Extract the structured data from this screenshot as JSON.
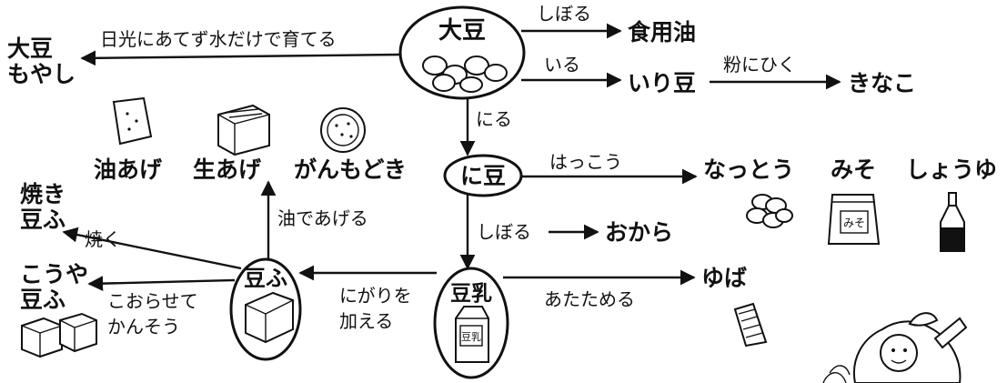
{
  "nodes": {
    "daizu": "大豆",
    "moyashi_1": "大豆",
    "moyashi_2": "もやし",
    "shokuyouyu": "食用油",
    "irimame": "いり豆",
    "kinako": "きなこ",
    "nimame": "に豆",
    "abura_age": "油あげ",
    "nama_age": "生あげ",
    "ganmodoki": "がんもどき",
    "natto": "なっとう",
    "miso": "みそ",
    "shoyu": "しょうゆ",
    "yakidofu_1": "焼き",
    "yakidofu_2": "豆ふ",
    "okara": "おから",
    "koyadofu_1": "こうや",
    "koyadofu_2": "豆ふ",
    "tofu": "豆ふ",
    "tonyu": "豆乳",
    "yuba": "ゆば"
  },
  "edges": {
    "sun_no_water": "日光にあてず水だけで育てる",
    "squeeze_oil": "しぼる",
    "roast": "いる",
    "grind": "粉にひく",
    "boil": "にる",
    "ferment": "はっこう",
    "squeeze_okara": "しぼる",
    "fry_in_oil": "油であげる",
    "grill": "焼く",
    "nigari_1": "にがりを",
    "nigari_2": "加える",
    "warm": "あたためる",
    "freeze_dry_1": "こおらせて",
    "freeze_dry_2": "かんそう"
  },
  "labels": {
    "miso_bag": "みそ",
    "milk_carton": "豆乳"
  }
}
